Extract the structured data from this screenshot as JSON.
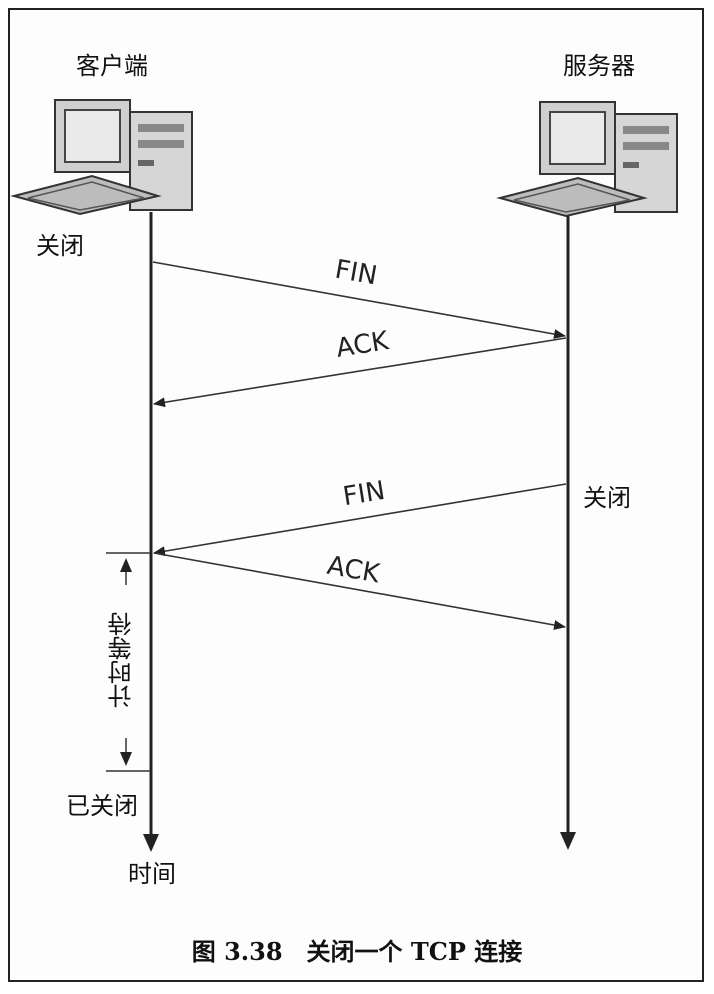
{
  "labels": {
    "client": "客户端",
    "server": "服务器",
    "client_close": "关闭",
    "server_close": "关闭",
    "timed_wait": "计时等待",
    "closed": "已关闭",
    "time": "时间"
  },
  "messages": {
    "fin1": "FIN",
    "ack1": "ACK",
    "fin2": "FIN",
    "ack2": "ACK"
  },
  "caption": "图 3.38　关闭一个 TCP 连接"
}
